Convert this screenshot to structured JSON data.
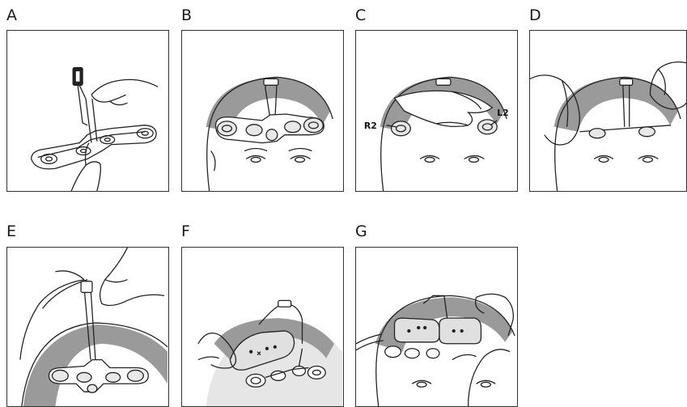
{
  "panels": [
    {
      "letter": "A"
    },
    {
      "letter": "B"
    },
    {
      "letter": "C"
    },
    {
      "letter": "D"
    },
    {
      "letter": "E"
    },
    {
      "letter": "F"
    },
    {
      "letter": "G"
    }
  ],
  "callouts": {
    "right": "R2",
    "left": "L2"
  },
  "colors": {
    "line": "#222222",
    "band": "#9a9a9a",
    "device": "#e0e0e0"
  }
}
